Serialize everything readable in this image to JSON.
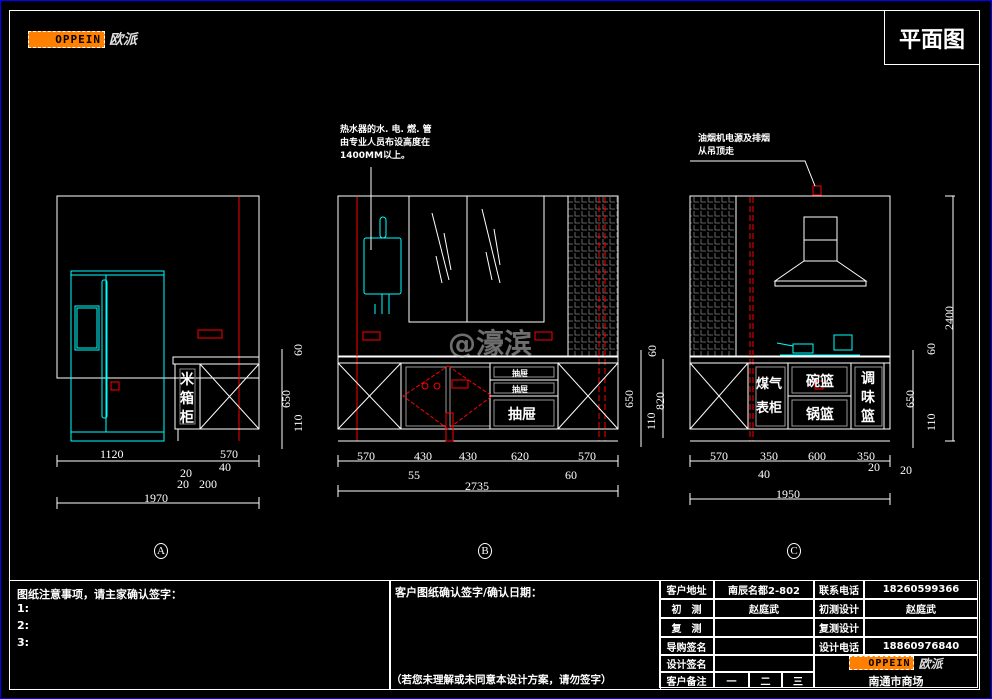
{
  "header": {
    "brand_logo": "OPPEIN",
    "brand_script": "欧派",
    "sheet_title": "平面图"
  },
  "watermark": "@濠滨",
  "annotations": {
    "water_heater_note": [
      "热水器的水. 电. 燃. 管",
      "由专业人员布设高度在",
      "1400MM以上。"
    ],
    "range_hood_note": [
      "油烟机电源及排烟",
      "从吊顶走"
    ]
  },
  "elevations": {
    "A": {
      "marker": "A",
      "cabinet_label": [
        "米",
        "箱",
        "柜"
      ],
      "dims_bottom": [
        "1120",
        "570",
        "40",
        "20",
        "20",
        "200"
      ],
      "total": "1970",
      "dims_right": [
        "60",
        "650",
        "110"
      ]
    },
    "B": {
      "marker": "B",
      "drawer_labels": [
        "抽屉",
        "抽屉",
        "抽屉"
      ],
      "dims_bottom": [
        "570",
        "430",
        "430",
        "620",
        "570"
      ],
      "offsets": [
        "55",
        "60"
      ],
      "total": "2735",
      "dims_right": [
        "60",
        "650",
        "110",
        "820"
      ]
    },
    "C": {
      "marker": "C",
      "cabinet_labels": {
        "left": [
          "煤气",
          "表柜"
        ],
        "bowl": "碗篮",
        "pot": "锅篮",
        "seasoning": [
          "调",
          "味",
          "篮"
        ]
      },
      "dims_bottom": [
        "570",
        "350",
        "600",
        "350"
      ],
      "offsets": [
        "40",
        "20",
        "20"
      ],
      "total": "1950",
      "dims_right": [
        "60",
        "650",
        "110",
        "2400"
      ]
    }
  },
  "footer": {
    "notes_title": "图纸注意事项，请主家确认签字：",
    "notes_items": [
      "1:",
      "2:",
      "3:"
    ],
    "confirm_title": "客户图纸确认签字/确认日期：",
    "confirm_hint": "（若您未理解或未同意本设计方案，请勿签字）",
    "table": {
      "customer_address_label": "客户地址",
      "customer_address": "南辰名都2-802",
      "contact_phone_label": "联系电话",
      "contact_phone": "18260599366",
      "initial_measure_label": "初　测",
      "initial_measure": "赵庭武",
      "initial_design_label": "初测设计",
      "initial_design": "赵庭武",
      "re_measure_label": "复　测",
      "re_measure": "",
      "re_design_label": "复测设计",
      "re_design": "",
      "guide_sign_label": "导购签名",
      "guide_sign": "",
      "design_phone_label": "设计电话",
      "design_phone": "18860976840",
      "designer_sign_label": "设计签名",
      "designer_sign": "",
      "customer_remark_label": "客户备注",
      "remark_options": [
        "一",
        "二",
        "三"
      ],
      "store_name": "南通市商场"
    }
  },
  "colors": {
    "background": "#000000",
    "line": "#ffffff",
    "appliance": "#00ffff",
    "electrical": "#ff0000",
    "brand_orange": "#ff8000",
    "tile": "#808080"
  }
}
